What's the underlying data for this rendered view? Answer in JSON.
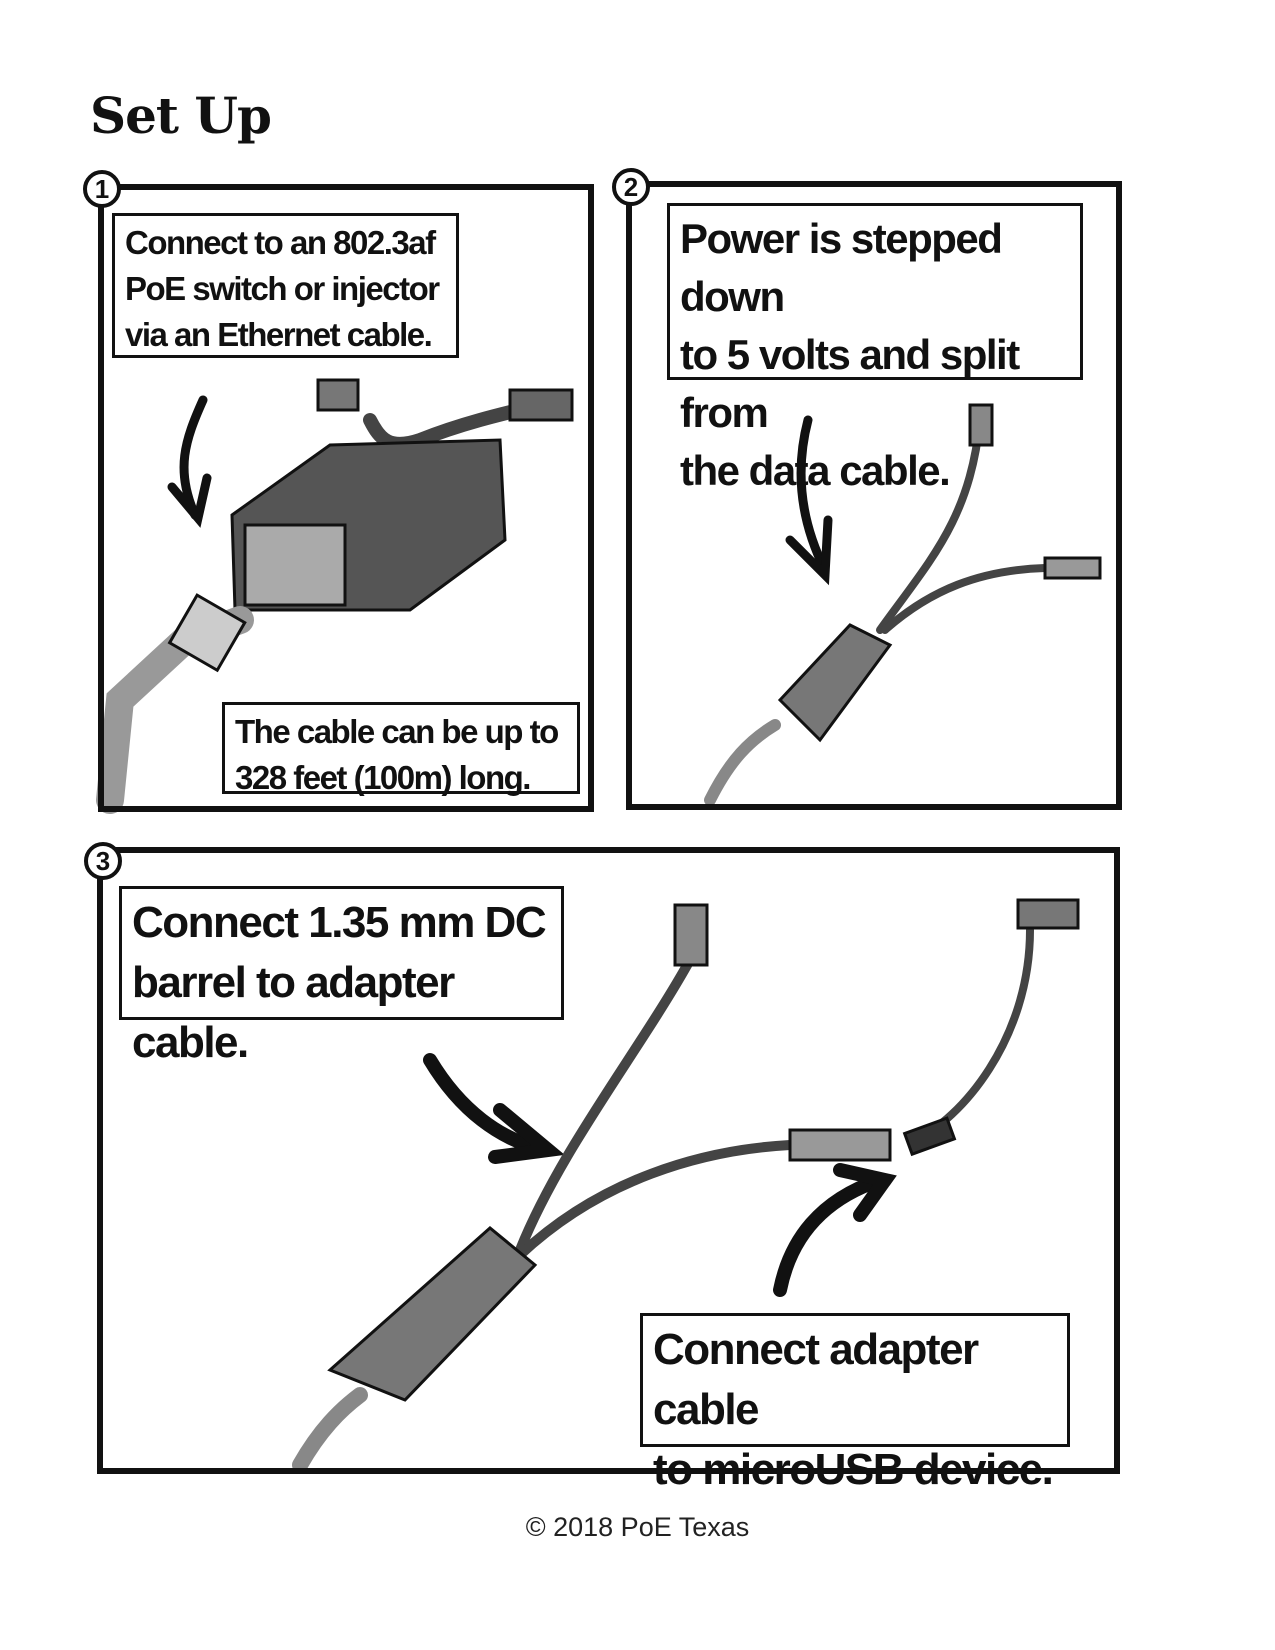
{
  "title": "Set Up",
  "steps": [
    {
      "number": "1",
      "callouts": [
        "Connect to an 802.3af\nPoE switch or injector\nvia an Ethernet cable.",
        "The cable can be up to\n328 feet (100m) long."
      ]
    },
    {
      "number": "2",
      "callouts": [
        "Power is stepped down\nto 5 volts and split from\nthe data cable."
      ]
    },
    {
      "number": "3",
      "callouts": [
        "Connect 1.35 mm DC\nbarrel to adapter cable.",
        "Connect adapter cable\nto microUSB device."
      ]
    }
  ],
  "footer": "© 2018 PoE Texas"
}
